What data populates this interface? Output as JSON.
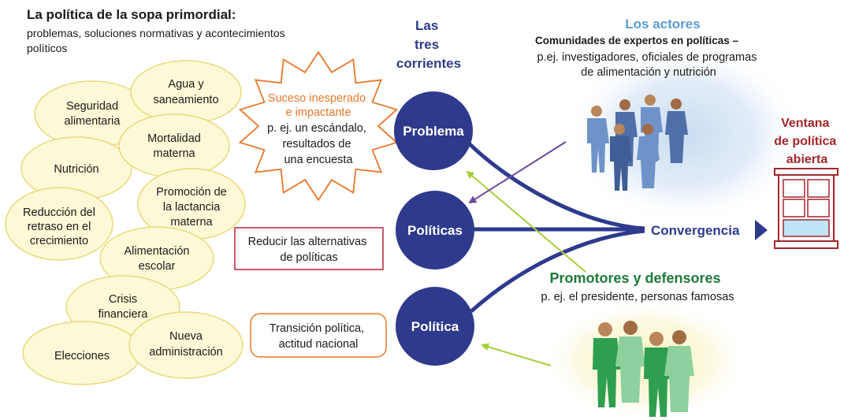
{
  "header": {
    "title": "La política de la sopa primordial:",
    "subtitle": "problemas, soluciones normativas y acontecimientos políticos"
  },
  "ovals": [
    {
      "lines": [
        "Agua y",
        "saneamiento"
      ]
    },
    {
      "lines": [
        "Seguridad",
        "alimentaria"
      ]
    },
    {
      "lines": [
        "Mortalidad",
        "materna"
      ]
    },
    {
      "lines": [
        "Nutrición"
      ]
    },
    {
      "lines": [
        "Promoción de",
        "la lactancia",
        "materna"
      ]
    },
    {
      "lines": [
        "Reducción del",
        "retraso en el",
        "crecimiento"
      ]
    },
    {
      "lines": [
        "Alimentación",
        "escolar"
      ]
    },
    {
      "lines": [
        "Crisis",
        "financiera"
      ]
    },
    {
      "lines": [
        "Nueva",
        "administración"
      ]
    },
    {
      "lines": [
        "Elecciones"
      ]
    }
  ],
  "burst": {
    "highlight": [
      "Suceso inesperado",
      "e impactante"
    ],
    "text": [
      "p. ej. un escándalo,",
      "resultados de",
      "una encuesta"
    ],
    "highlight_color": "#e8772a"
  },
  "streams": {
    "heading": [
      "Las",
      "tres",
      "corrientes"
    ],
    "items": [
      "Problema",
      "Políticas",
      "Política"
    ],
    "color": "#2e3a8c"
  },
  "boxes": {
    "policies": [
      "Reducir las alternativas",
      "de políticas"
    ],
    "politics": [
      "Transición política,",
      "actitud nacional"
    ]
  },
  "convergence": {
    "label": "Convergencia"
  },
  "window": {
    "title": [
      "Ventana",
      "de política",
      "abierta"
    ],
    "title_color": "#a3262b"
  },
  "actors": {
    "title": "Los actores",
    "title_color": "#5b9bd5",
    "subtitle": "Comunidades de expertos en políticas –",
    "text": [
      "p.ej. investigadores, oficiales de programas",
      "de alimentación y nutrición"
    ]
  },
  "promoters": {
    "title": "Promotores y defensores",
    "title_color": "#1e7a3a",
    "text": "p. ej. el presidente, personas famosas"
  },
  "colors": {
    "oval_fill": "#fdf9d6",
    "oval_stroke": "#e9d97a",
    "arrow_green": "#a5cf3b",
    "arrow_purple": "#6a4aa0",
    "box_red": "#b8243a",
    "box_orange": "#e8772a",
    "pane_blue": "#bfe4f7"
  }
}
